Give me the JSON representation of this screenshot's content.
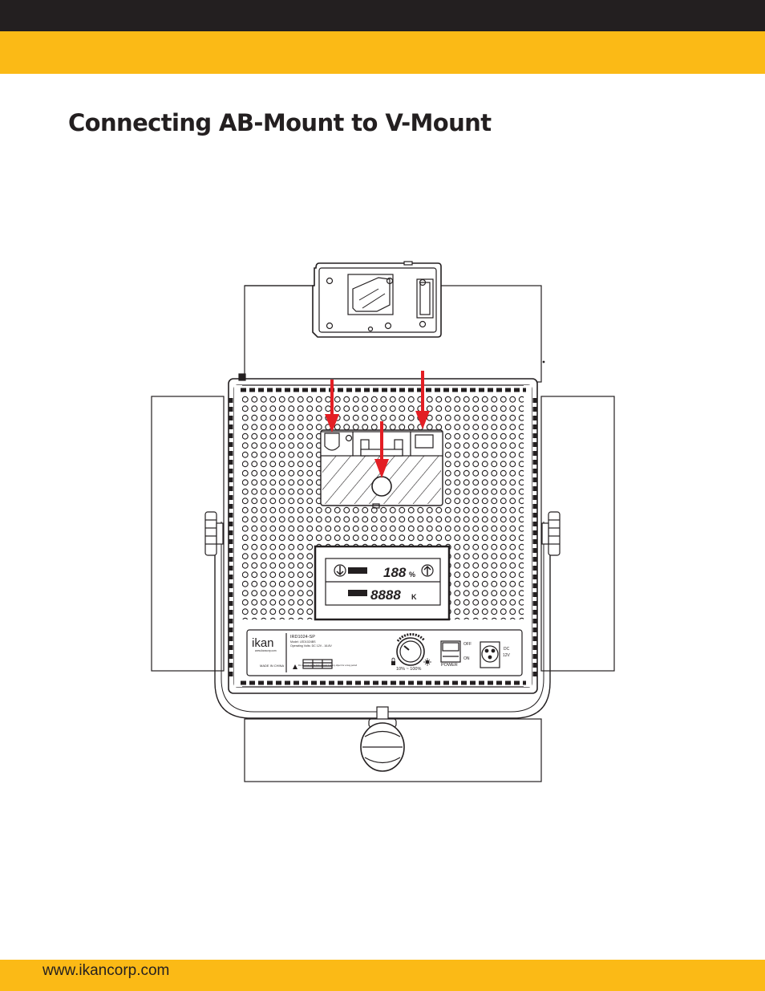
{
  "page": {
    "title": "Connecting AB-Mount to V-Mount",
    "footer_url": "www.ikancorp.com"
  },
  "colors": {
    "header_dark": "#231f20",
    "accent_yellow": "#fbba16",
    "arrow_red": "#e31e24",
    "line": "#231f20"
  },
  "diagram": {
    "model": "IRD1024-SP",
    "brand": "ikan",
    "brand_url": "www.ikancorp.com",
    "model_line": "Model: LED1024BS",
    "voltage_line": "Operating Volts: DC 12V - 16.8V",
    "made_in": "MADE IN CHINA",
    "warning": "Do not stare at the light or point it at any object for a long period",
    "dimmer_range": "10% ~ 100%",
    "power_label": "POWER",
    "switch_off": "OFF",
    "switch_on": "ON",
    "dc_label": "DC",
    "dc_voltage": "12V",
    "display_percent": "188",
    "percent_unit": "%",
    "display_kelvin": "8888",
    "kelvin_unit": "K",
    "arrow_count": 3,
    "icons": [
      "arrow-down-icon",
      "arrow-up-icon",
      "lock-icon",
      "sun-icon"
    ]
  }
}
